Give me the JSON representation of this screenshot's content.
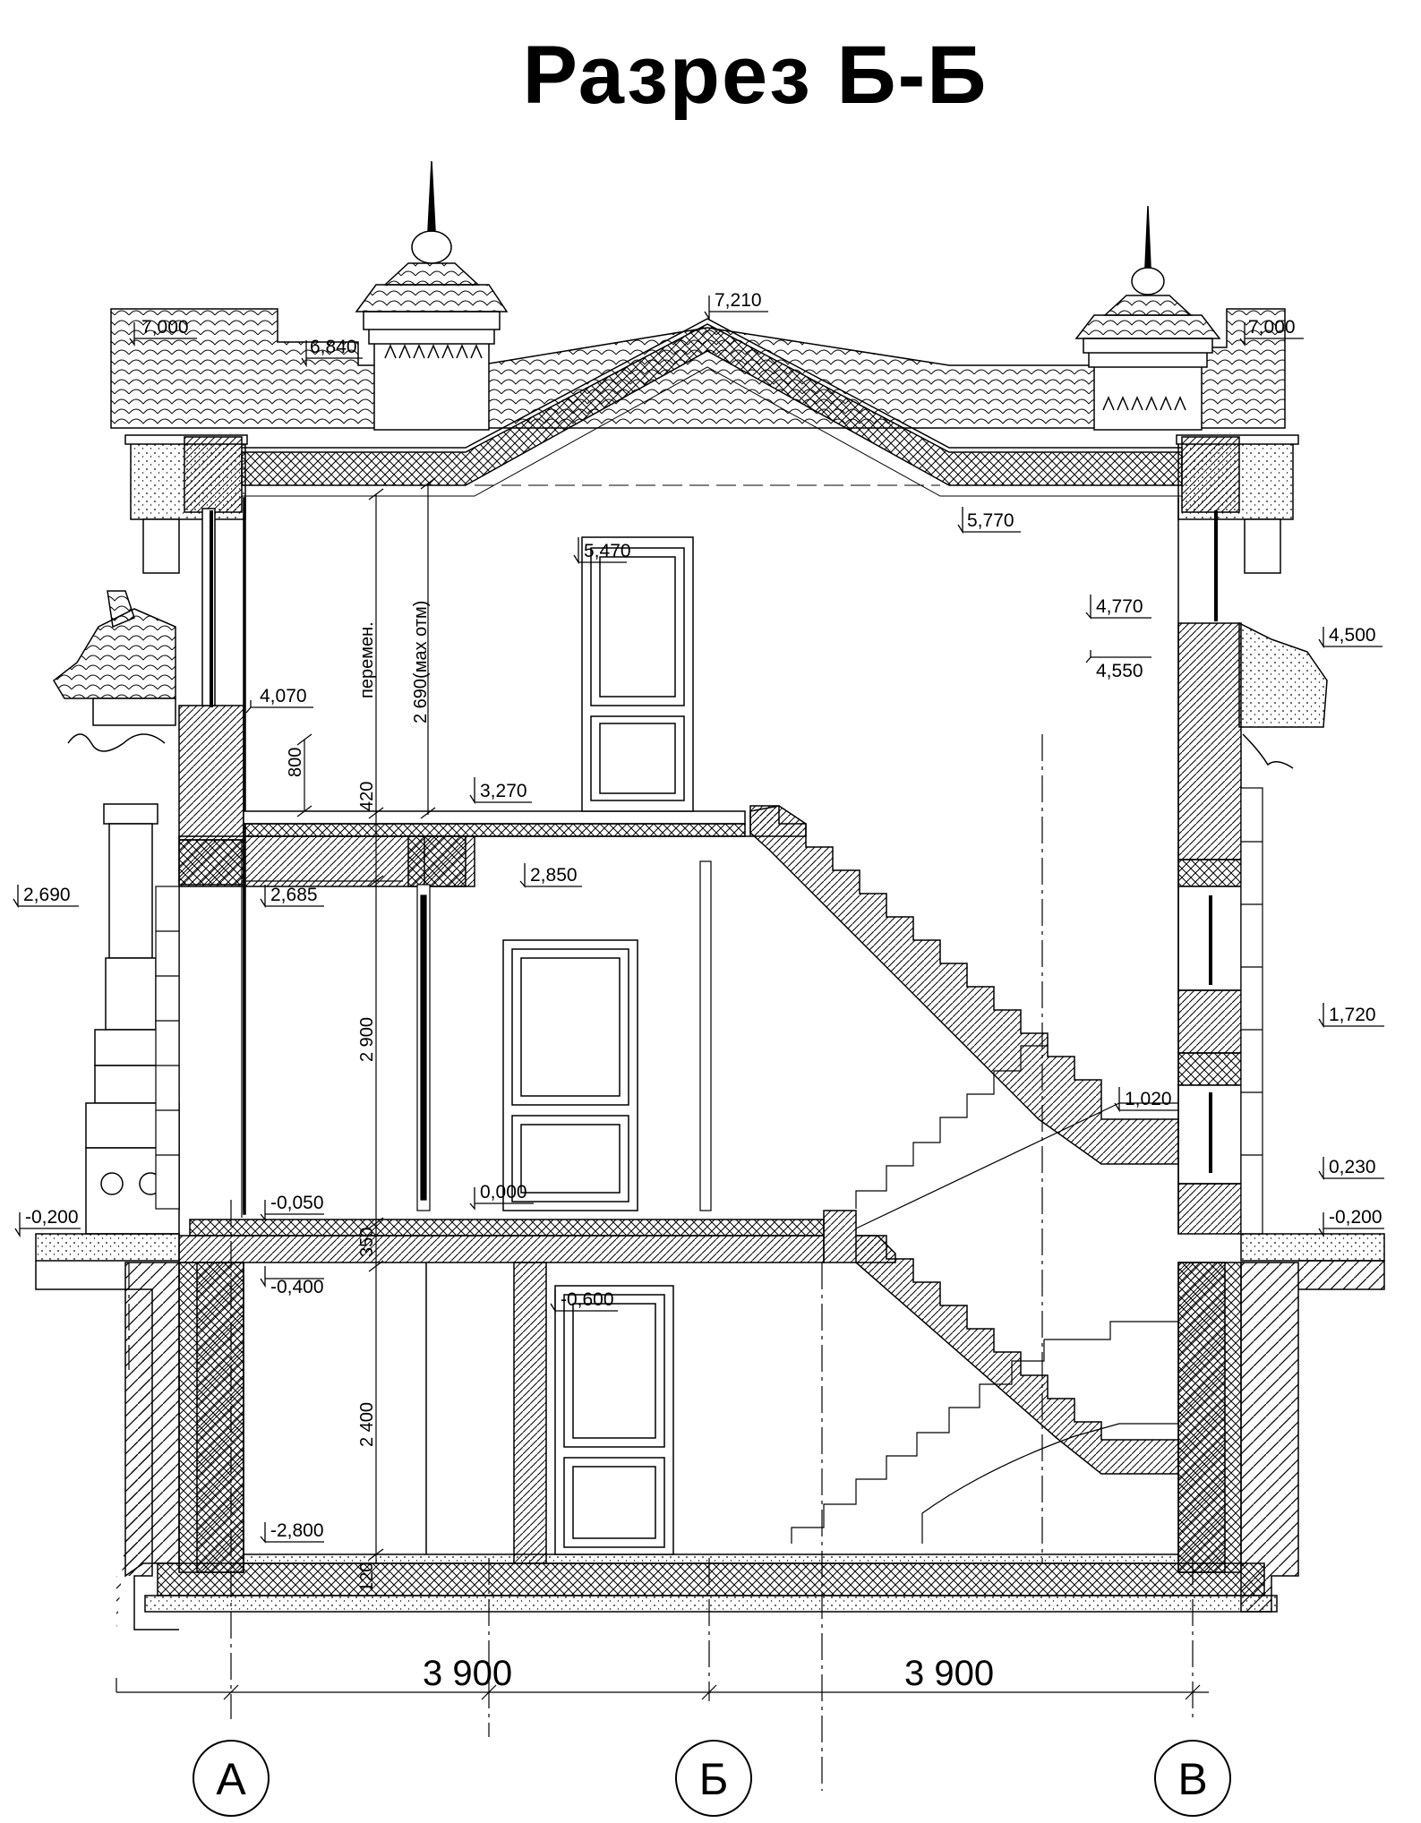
{
  "title": "Разрез Б-Б",
  "levels": {
    "roof_ridge": "7,210",
    "roof_left": "7,000",
    "roof_right": "7,000",
    "roof_eave_left": "6,840",
    "ceiling_attic": "5,770",
    "door_attic": "5,470",
    "window_top_right": "4,770",
    "window_bottom_right": "4,550",
    "canopy_right": "4,500",
    "window_left_sill": "4,070",
    "attic_floor": "3,270",
    "landing": "2,850",
    "column_top": "2,690",
    "ceiling_first": "2,685",
    "stair_landing": "1,020",
    "window_right_mid": "1,720",
    "window_right_low": "0,230",
    "ground_left": "-0,200",
    "ground_right": "-0,200",
    "porch": "-0,050",
    "floor_first": "0,000",
    "basement_ceiling": "-0,400",
    "basement_door": "-0,600",
    "basement_floor": "-2,800"
  },
  "dimensions": {
    "variable": "перемен.",
    "max_height": "2 690(мах отм)",
    "d800": "800",
    "d420": "420",
    "d2900": "2 900",
    "d350": "350",
    "d2400": "2 400",
    "d120": "120",
    "span_left": "3 900",
    "span_right": "3 900"
  },
  "axes": [
    "А",
    "Б",
    "В"
  ]
}
